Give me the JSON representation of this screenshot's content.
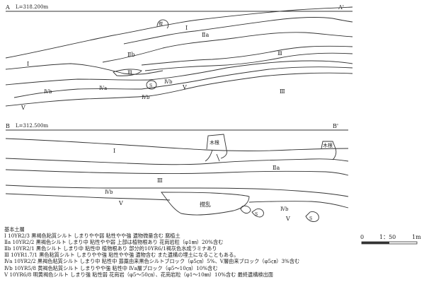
{
  "section_ab": {
    "label_start": "A",
    "label_end": "A'",
    "level": "L=318.200m",
    "layers": {
      "I_top": "I",
      "I_left": "I",
      "IIa": "Ⅱa",
      "IIb": "Ⅱb",
      "III_mid": "Ⅲ",
      "III_right": "Ⅲ",
      "III_bottom": "Ⅲ",
      "IVa": "Ⅳa",
      "IVb_left": "Ⅳb",
      "IVb_mid": "Ⅳb",
      "IVb_right": "Ⅳb",
      "V_left": "V",
      "V_right": "V",
      "S": "S",
      "tree": "撹"
    }
  },
  "section_bb": {
    "label_start": "B",
    "label_end": "B'",
    "level": "L=312.500m",
    "layers": {
      "I": "I",
      "IIa": "Ⅱa",
      "III": "Ⅲ",
      "IVb_left": "Ⅳb",
      "IVb_right": "Ⅳb",
      "V_left": "V",
      "V_right": "V",
      "S1": "S",
      "S2": "S"
    },
    "root_1": "木根",
    "root_2": "木根",
    "disturbed": "撹乱"
  },
  "scale_bar": {
    "zero": "0",
    "ratio": "1：50",
    "one": "1m"
  },
  "legend": {
    "title": "基本土層",
    "lines": [
      "Ⅰ 10YR2/3 黒褐色粘質シルト しまりやや弱 粘性やや強 遺物微量含む 腐植土",
      "Ⅱa 10YR2/2 黒褐色シルト しまり中 粘性やや弱 上部は植物根あり 花崗岩粒（φ1㎜）20%含む",
      "Ⅱb 10YR2/1 黒色シルト しまり中 粘性中 植物根あり 部分的10YR6/1褐灰色水成ラミナあり",
      "Ⅲ 10YR1.7/1 黒色粘質シルト しまりやや強 粘性やや強 遺物含む また遺構の埋土になることもある。",
      "Ⅳa 10YR2/2 黒褐色粘質シルト しまり中 粘性中 葺藁由来黒色シルトブロック（φ5㎝）5%、Ⅴ層由来ブロック（φ5㎝）3%含む",
      "Ⅳb 10YR5/8 黄褐色粘質シルト しまりやや強 粘性中 Ⅳa層ブロック（φ5～10㎝）10%含む",
      "Ⅴ 10YR6/8 明黄褐色シルト しまり強 粘性弱 花崗岩（φ5～50㎝）、花崗岩粒（φ1～10㎜）10%含む 最終遺構検出面"
    ]
  }
}
